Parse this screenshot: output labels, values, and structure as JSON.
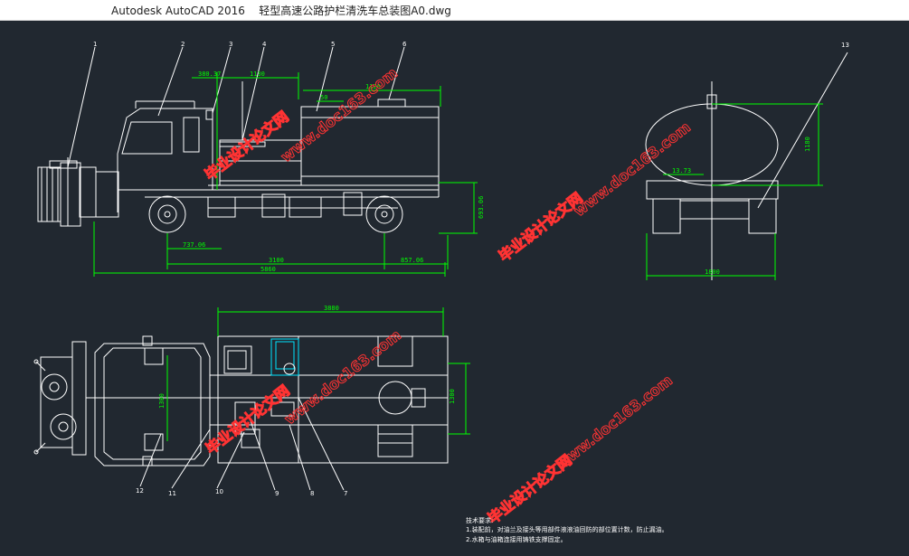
{
  "window": {
    "app_name": "Autodesk AutoCAD 2016",
    "file_name": "轻型高速公路护栏清洗车总装图A0.dwg"
  },
  "drawing": {
    "side_view_dims": {
      "d1": "380.37",
      "d2": "1130",
      "d3": "1120",
      "d4": "50",
      "d5": "693.06",
      "d6": "737.06",
      "d7": "3100",
      "d8": "857.06",
      "d9": "5860"
    },
    "rear_view_dims": {
      "d1": "13.73",
      "d2": "1180",
      "d3": "1800"
    },
    "plan_view_dims": {
      "d1": "3880",
      "d2": "1300",
      "d3": "1300"
    },
    "balloons": [
      "1",
      "2",
      "3",
      "4",
      "5",
      "6",
      "13",
      "12",
      "11",
      "10",
      "9",
      "8",
      "7"
    ],
    "watermark_text": "毕业设计论文网",
    "watermark_url": "www.doc163.com",
    "tech_notes": {
      "title": "技术要求:",
      "line1": "1.装配前，对油兰及接头等用部件液液油回防的部位置计数，防止漏油。",
      "line2": "2.水箱与油箱连接用铸铁支撑固定。"
    }
  },
  "colors": {
    "background": "#212830",
    "lines": "#ffffff",
    "dimensions": "#00ff00",
    "watermark": "#ff3333",
    "accent": "#00e5ff"
  }
}
